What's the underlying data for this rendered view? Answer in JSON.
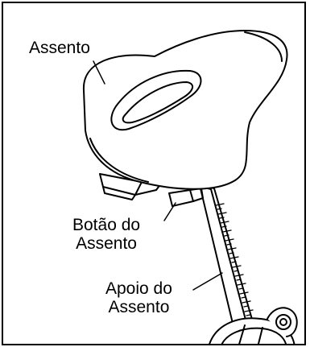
{
  "labels": {
    "seat": [
      "Assento"
    ],
    "seat_knob": [
      "Botão do",
      "Assento"
    ],
    "seat_post": [
      "Apoio do",
      "Assento"
    ]
  },
  "colors": {
    "stroke": "#000000",
    "background": "#ffffff"
  }
}
